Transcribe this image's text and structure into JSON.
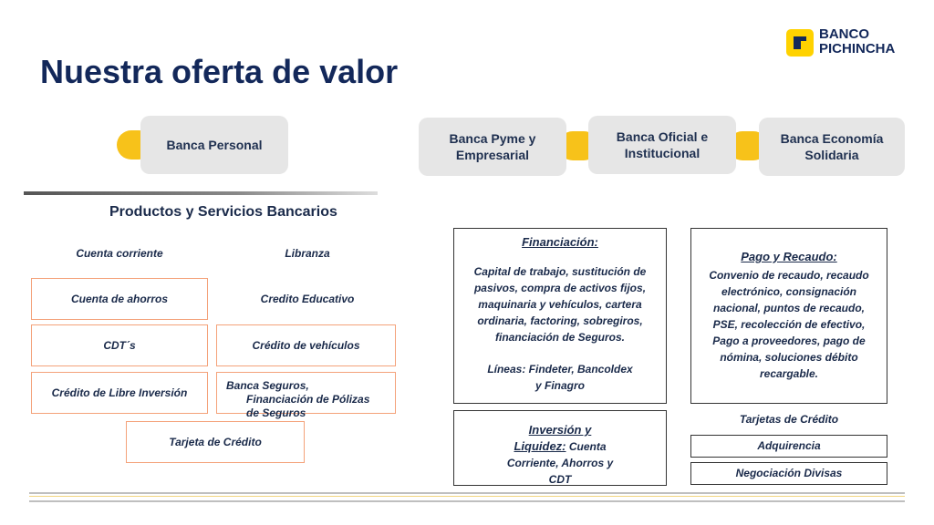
{
  "slide": {
    "title": "Nuestra oferta de valor",
    "brand": {
      "line1": "BANCO",
      "line2": "PICHINCHA",
      "accent": "#ffd200",
      "navy": "#13285a"
    }
  },
  "segments": [
    {
      "label": "Banca Personal"
    },
    {
      "label": "Banca Pyme y Empresarial"
    },
    {
      "label": "Banca Oficial e Institucional"
    },
    {
      "label": "Banca Economía Solidaria"
    }
  ],
  "personal": {
    "section_title": "Productos y Servicios Bancarios",
    "cuenta_corriente": "Cuenta corriente",
    "libranza": "Libranza",
    "cuenta_ahorros": "Cuenta de ahorros",
    "credito_educativo": "Credito Educativo",
    "cdts": "CDT´s",
    "credito_vehiculos": "Crédito de vehículos",
    "credito_libre": "Crédito de Libre Inversión",
    "banca_seguros": "Banca Seguros,",
    "financiacion_polizas": "Financiación de Pólizas",
    "de_seguros": "de Seguros",
    "tarjeta_credito": "Tarjeta de Crédito"
  },
  "pyme": {
    "financiacion_title": "Financiación:",
    "financiacion_body": "Capital de trabajo, sustitución de pasivos, compra de activos fijos, maquinaria y vehículos, cartera ordinaria, factoring, sobregiros, financiación de Seguros.",
    "lineas_1": "Líneas: Findeter, Bancoldex",
    "lineas_2": "y Finagro",
    "inversion_title_1": "Inversión y",
    "inversion_title_2": "Liquidez:",
    "inversion_body_1": "Cuenta",
    "inversion_body_2": "Corriente, Ahorros y",
    "inversion_body_3": "CDT"
  },
  "oficial": {
    "pago_title": "Pago y Recaudo:",
    "pago_body": "Convenio de recaudo, recaudo electrónico, consignación nacional, puntos de recaudo, PSE, recolección de efectivo, Pago a proveedores, pago de nómina, soluciones débito recargable.",
    "tarjetas": "Tarjetas de Crédito",
    "adquirencia": "Adquirencia",
    "negociacion": "Negociación Divisas"
  },
  "colors": {
    "segment_card": "#e6e6e6",
    "connector": "#f7c21a",
    "product_border": "#f4a27a",
    "title_navy": "#13285a"
  }
}
